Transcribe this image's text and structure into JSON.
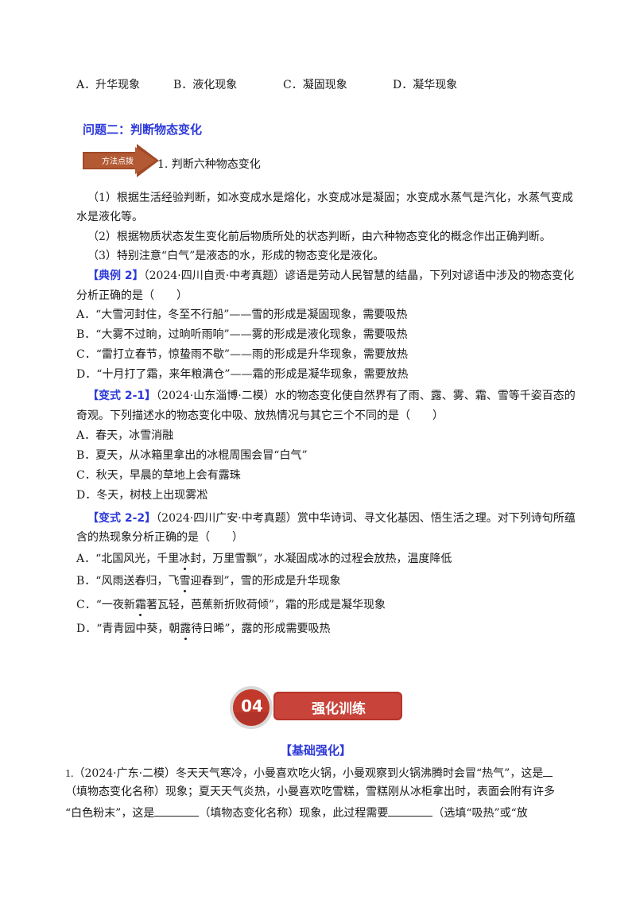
{
  "top_options": [
    "A．升华现象",
    "B．液化现象",
    "C．凝固现象",
    "D．凝华现象"
  ],
  "section_title": "问题二：判断物态变化",
  "method_badge": "方法点拨",
  "method_title": "1. 判断六种物态变化",
  "method_points": [
    "（1）根据生活经验判断，如冰变成水是熔化，水变成冰是凝固；水变成水蒸气是汽化，水蒸气变成",
    "水是液化等。",
    "（2）根据物质状态发生变化前后物质所处的状态判断，由六种物态变化的概念作出正确判断。",
    "（3）特别注意“白气”是液态的水，形成的物态变化是液化。"
  ],
  "example2": {
    "tag": "【典例 2】",
    "stem_line1": "（2024·四川自贡·中考真题）谚语是劳动人民智慧的结晶，下列对谚语中涉及的物态变化",
    "stem_line2": "分析正确的是（　　）",
    "options": [
      "A．“大雪河封住，冬至不行船”——雪的形成是凝固现象，需要吸热",
      "B．“大雾不过晌，过晌听雨响”——雾的形成是液化现象，需要吸热",
      "C．“雷打立春节，惊蛰雨不歇”——雨的形成是升华现象，需要放热",
      "D．“十月打了霜，来年粮满仓”——霜的形成是凝华现象，需要放热"
    ]
  },
  "variant21": {
    "tag": "【变式 2-1】",
    "stem_line1": "（2024·山东淄博·二模）水的物态变化使自然界有了雨、露、雾、霜、雪等千姿百态的",
    "stem_line2": "奇观。下列描述水的物态变化中吸、放热情况与其它三个不同的是（　　）",
    "options": [
      "A．春天，冰雪消融",
      "B．夏天，从冰箱里拿出的冰棍周围会冒“白气”",
      "C．秋天，早晨的草地上会有露珠",
      "D．冬天，树枝上出现雾凇"
    ]
  },
  "variant22": {
    "tag": "【变式 2-2】",
    "stem_line1": "（2024·四川广安·中考真题）赏中华诗词、寻文化基因、悟生活之理。对下列诗句所蕴",
    "stem_line2": "含的热现象分析正确的是（　　）",
    "optA": {
      "pre": "A．“北国风光，千里",
      "dot": "冰",
      "post": "封，万里雪飘”，水凝固成冰的过程会放热，温度降低"
    },
    "optB": {
      "pre": "B．“风雨送春归，飞",
      "dot": "雪",
      "post": "迎春到”，雪的形成是升华现象"
    },
    "optC": {
      "pre": "C．“一夜新",
      "dot": "霜",
      "post": "著瓦轻，芭蕉新折败荷倾”，霜的形成是凝华现象"
    },
    "optD": {
      "pre": "D．“青青园中葵，朝",
      "dot": "露",
      "post": "待日晞”，露的形成需要吸热"
    }
  },
  "banner": {
    "number": "04",
    "label": "强化训练"
  },
  "basic_title": "【基础强化】",
  "q1": {
    "num": "1.",
    "line1": "（2024·广东·二模）冬天天气寒冷，小曼喜欢吃火锅，小曼观察到火锅沸腾时会冒“热气”，这是",
    "line2": "（填物态变化名称）现象；夏天天气炎热，小曼喜欢吃雪糕，雪糕刚从冰柜拿出时，表面会附有许多",
    "line3a": "“白色粉末”，这是",
    "line3b": "（填物态变化名称）现象，此过程需要",
    "line3c": "（选填“吸热”或“放"
  },
  "colors": {
    "accent_blue": "#2e3ad8",
    "banner_red": "#c0392b",
    "arrow_brown": "#9a4a2a"
  }
}
